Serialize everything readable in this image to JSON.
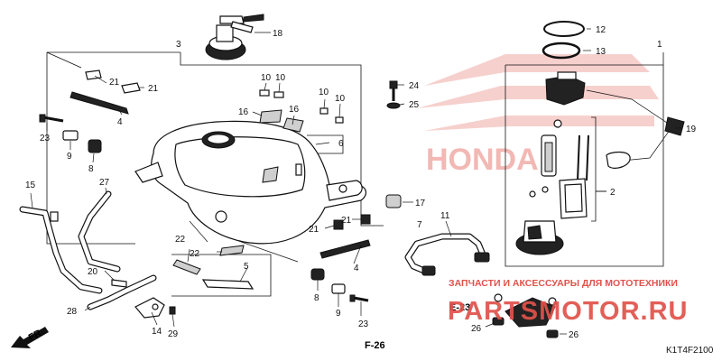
{
  "diagram": {
    "catalog_code": "K1T4F2100",
    "references": {
      "e23": "E-23",
      "f26": "F-26",
      "fr": "FR."
    },
    "watermark": {
      "top_line": "ЗАПЧАСТИ И АКСЕССУАРЫ ДЛЯ МОТОТЕХНИКИ",
      "brand": "PARTSMOTOR.RU",
      "logo_text": "HONDA",
      "red": "#e0524a",
      "logo_red": "#f2b8b4"
    },
    "callouts": {
      "c1": "1",
      "c2": "2",
      "c3": "3",
      "c4a": "4",
      "c4b": "4",
      "c5": "5",
      "c6": "6",
      "c7": "7",
      "c8a": "8",
      "c8b": "8",
      "c9a": "9",
      "c9b": "9",
      "c10a": "10",
      "c10b": "10",
      "c10c": "10",
      "c10d": "10",
      "c11": "11",
      "c12": "12",
      "c13": "13",
      "c14": "14",
      "c15": "15",
      "c16a": "16",
      "c16b": "16",
      "c17": "17",
      "c18": "18",
      "c19": "19",
      "c20": "20",
      "c21a": "21",
      "c21b": "21",
      "c21c": "21",
      "c21d": "21",
      "c22a": "22",
      "c22b": "22",
      "c23a": "23",
      "c23b": "23",
      "c24": "24",
      "c25": "25",
      "c26a": "26",
      "c26b": "26",
      "c27": "27",
      "c28": "28",
      "c29": "29"
    }
  }
}
